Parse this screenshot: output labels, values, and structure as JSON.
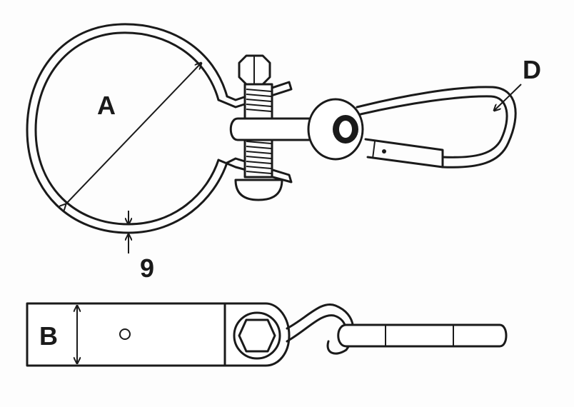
{
  "labels": {
    "diameter": "A",
    "width": "B",
    "hook_size": "D",
    "thickness": "9"
  },
  "colors": {
    "ink": "#1a1a1a",
    "paper": "#fdfdfd"
  }
}
